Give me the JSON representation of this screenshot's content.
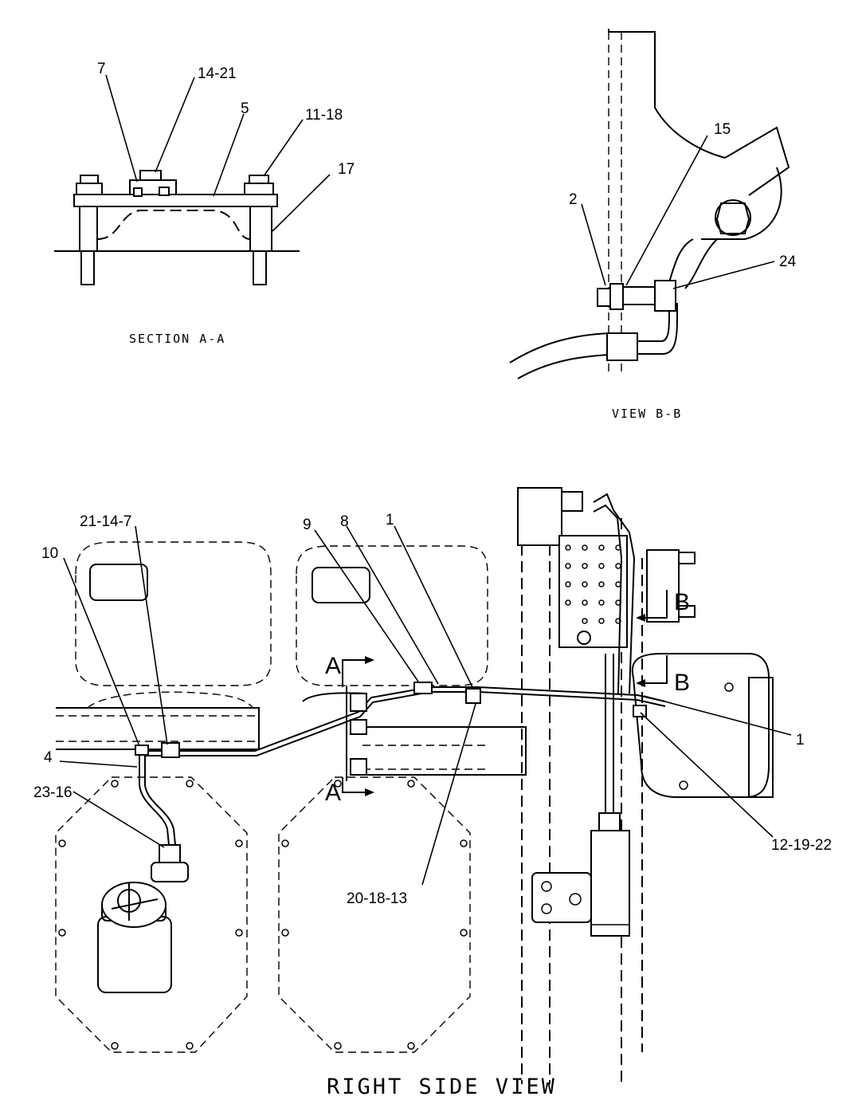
{
  "section_a": {
    "caption": "SECTION A-A",
    "callouts": [
      "7",
      "14-21",
      "5",
      "11-18",
      "17"
    ]
  },
  "view_b": {
    "caption": "VIEW B-B",
    "callouts": [
      "15",
      "2",
      "24"
    ]
  },
  "right_side": {
    "title": "RIGHT SIDE VIEW",
    "callouts": [
      "21-14-7",
      "10",
      "9",
      "8",
      "1",
      "4",
      "23-16",
      "20-18-13",
      "1",
      "12-19-22"
    ],
    "section_marks": [
      "A",
      "A",
      "B",
      "B"
    ]
  }
}
